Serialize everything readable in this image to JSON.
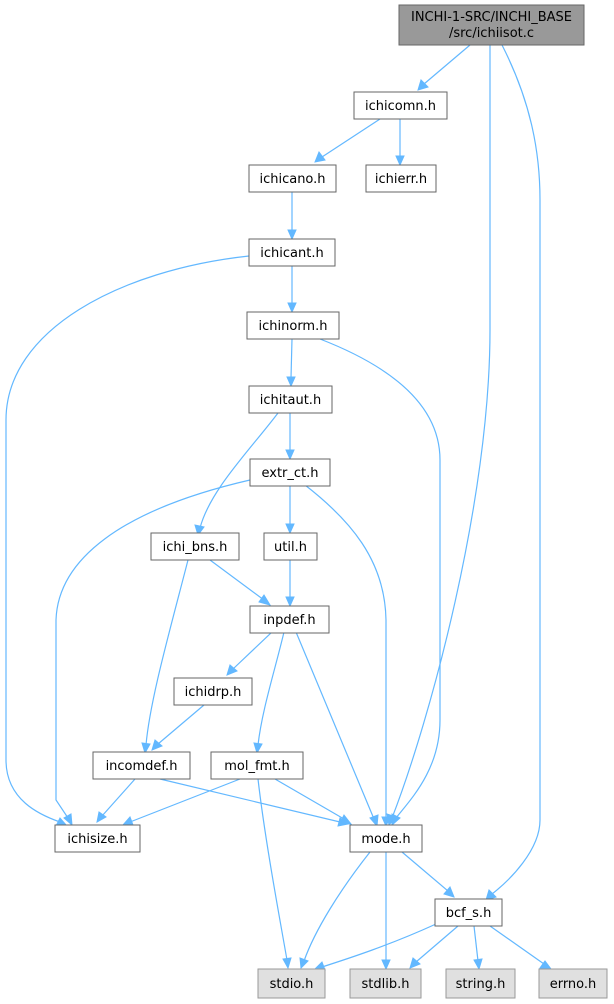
{
  "graph": {
    "root": {
      "line1": "INCHI-1-SRC/INCHI_BASE",
      "line2": "/src/ichiisot.c"
    },
    "nodes": {
      "ichicomn": "ichicomn.h",
      "ichicano": "ichicano.h",
      "ichierr": "ichierr.h",
      "ichicant": "ichicant.h",
      "ichinorm": "ichinorm.h",
      "ichitaut": "ichitaut.h",
      "extr_ct": "extr_ct.h",
      "ichi_bns": "ichi_bns.h",
      "util": "util.h",
      "inpdef": "inpdef.h",
      "ichidrp": "ichidrp.h",
      "incomdef": "incomdef.h",
      "mol_fmt": "mol_fmt.h",
      "ichisize": "ichisize.h",
      "mode": "mode.h",
      "bcf_s": "bcf_s.h",
      "stdio": "stdio.h",
      "stdlib": "stdlib.h",
      "string": "string.h",
      "errno": "errno.h"
    },
    "colors": {
      "edge": "#63b8ff",
      "root_fill": "#999999",
      "system_fill": "#e0e0e0",
      "border": "#666666"
    }
  }
}
